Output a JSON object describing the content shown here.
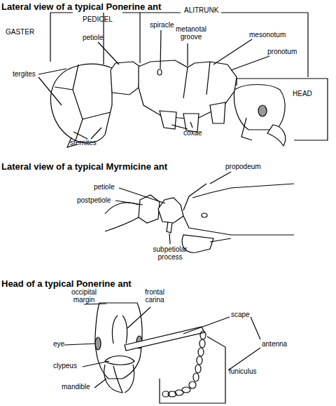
{
  "diagram": {
    "labels": [
      "Lateral view of a typical Ponerine ant",
      "PEDICEL",
      "ALITRUNK",
      "GASTER",
      "petiole",
      "spiracle",
      "metanotal groove",
      "mesonotum",
      "pronotum",
      "HEAD",
      "tergites",
      "coxae",
      "sternites",
      "Lateral view of a typical Myrmicine ant",
      "propodeum",
      "petiole",
      "postpetiole",
      "subpetiolar process",
      "Head of a typical Ponerine ant",
      "occipital margin",
      "frontal carina",
      "eye",
      "scape",
      "antenna",
      "clypeus",
      "funiculus",
      "mandible"
    ]
  }
}
